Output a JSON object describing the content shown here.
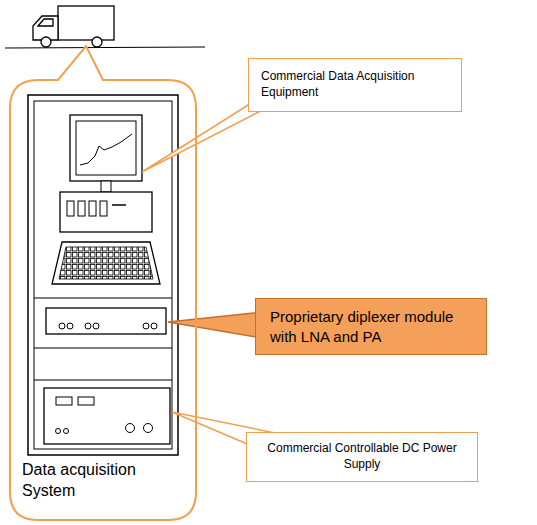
{
  "diagram": {
    "nodes": [
      {
        "text": [
          "Data acquisition System"
        ]
      },
      {
        "text": [
          "Commercial Data Acquisition Equipment"
        ]
      },
      {
        "text": [
          "Proprietary diplexer module with LNA and PA"
        ]
      },
      {
        "text": [
          "Commercial Controllable DC Power Supply"
        ]
      }
    ]
  }
}
